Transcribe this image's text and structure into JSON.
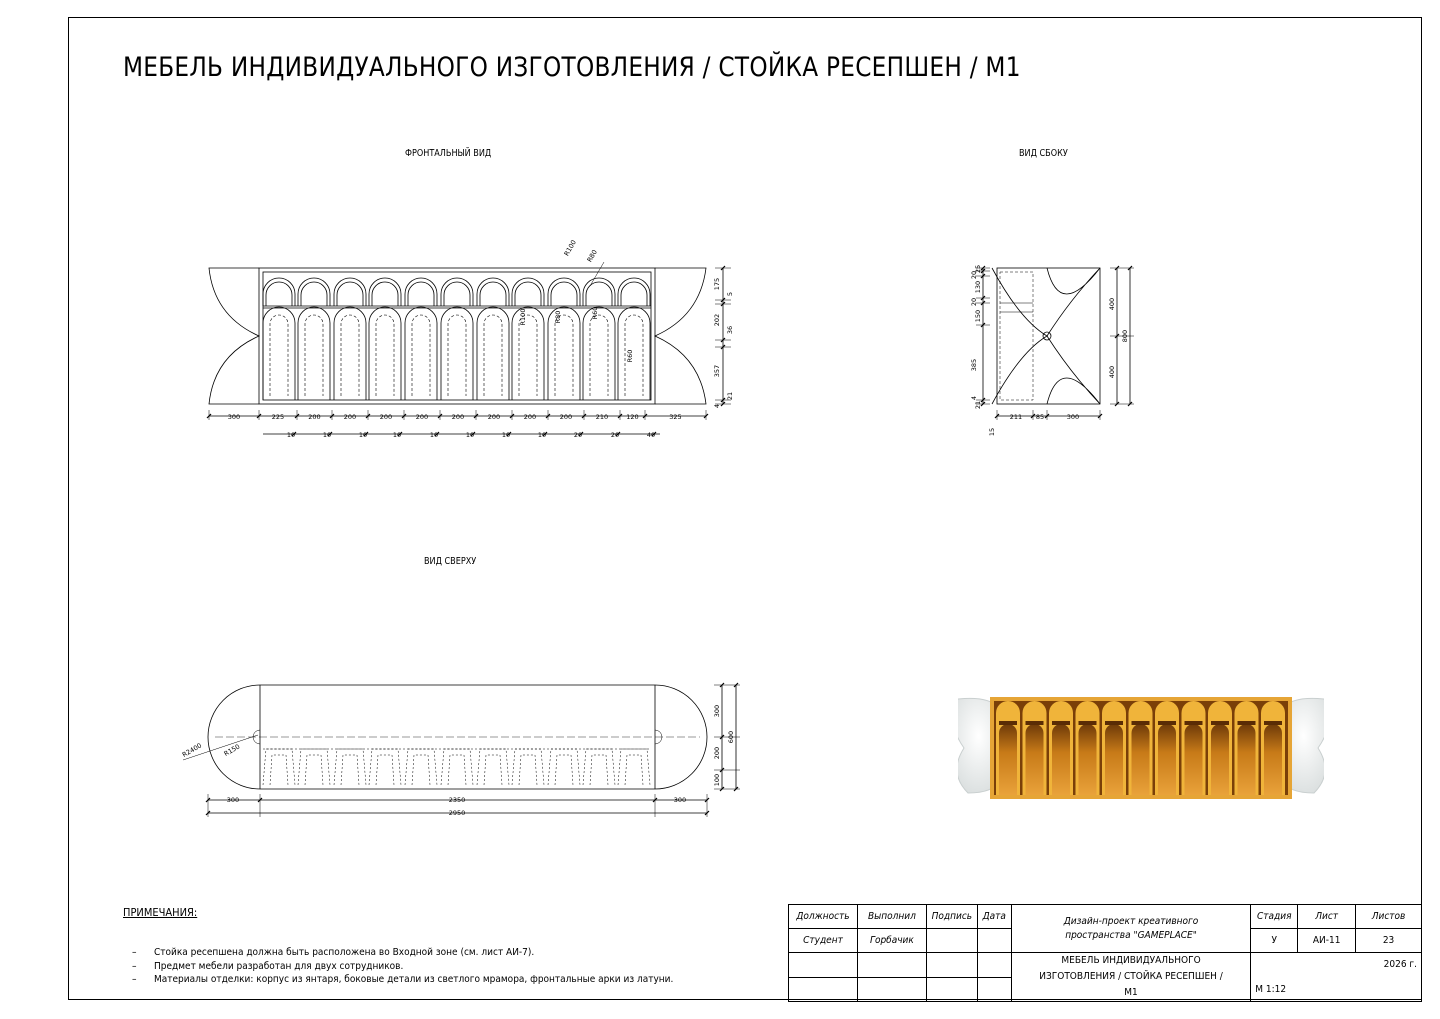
{
  "title": "МЕБЕЛЬ ИНДИВИДУАЛЬНОГО ИЗГОТОВЛЕНИЯ / СТОЙКА РЕСЕПШЕН / М1",
  "views": {
    "front": "ФРОНТАЛЬНЫЙ ВИД",
    "side": "ВИД СБОКУ",
    "top": "ВИД СВЕРХУ"
  },
  "front_dims": {
    "bottom_row": [
      "300",
      "225",
      "200",
      "200",
      "200",
      "200",
      "200",
      "200",
      "200",
      "200",
      "210",
      "120",
      "325"
    ],
    "small_row": [
      "10",
      "10",
      "10",
      "10",
      "10",
      "10",
      "10",
      "10",
      "20",
      "20",
      "40"
    ],
    "right": [
      "175",
      "5",
      "202",
      "36",
      "357",
      "21",
      "4"
    ],
    "radii": [
      "R100",
      "R80",
      "R100",
      "R80",
      "R60",
      "R60"
    ]
  },
  "side_dims": {
    "left": [
      "25",
      "20",
      "130",
      "20",
      "150",
      "385",
      "21",
      "4"
    ],
    "right": [
      "400",
      "800",
      "400"
    ],
    "bottom": [
      "211",
      "85",
      "300"
    ],
    "tiny": "15"
  },
  "top_dims": {
    "bottom": [
      "300",
      "2350",
      "300"
    ],
    "total": "2950",
    "right": [
      "300",
      "600",
      "200",
      "100"
    ],
    "radii": [
      "R2400",
      "R150"
    ]
  },
  "notes": {
    "heading": "ПРИМЕЧАНИЯ:",
    "items": [
      "Стойка ресепшена должна быть расположена во Входной зоне (см. лист АИ-7).",
      "Предмет мебели разработан для двух сотрудников.",
      "Материалы отделки: корпус из янтаря, боковые детали из светлого мрамора, фронтальные арки из латуни."
    ]
  },
  "stamp": {
    "headers": [
      "Должность",
      "Выполнил",
      "Подпись",
      "Дата"
    ],
    "row1": [
      "Студент",
      "Горбачик",
      "",
      ""
    ],
    "project": "Дизайн-проект креативного пространства \"GAMEPLACE\"",
    "sheet_title": "МЕБЕЛЬ ИНДИВИДУАЛЬНОГО ИЗГОТОВЛЕНИЯ / СТОЙКА РЕСЕПШЕН / М1",
    "stage_h": "Стадия",
    "sheet_h": "Лист",
    "sheets_h": "Листов",
    "stage": "У",
    "sheet": "АИ-11",
    "sheets": "23",
    "year": "2026 г.",
    "scale": "М 1:12"
  },
  "colors": {
    "amber": "#d9891f",
    "amber_dark": "#8a4a0c",
    "brass": "#f0b43a",
    "marble": "#e9ecec"
  }
}
